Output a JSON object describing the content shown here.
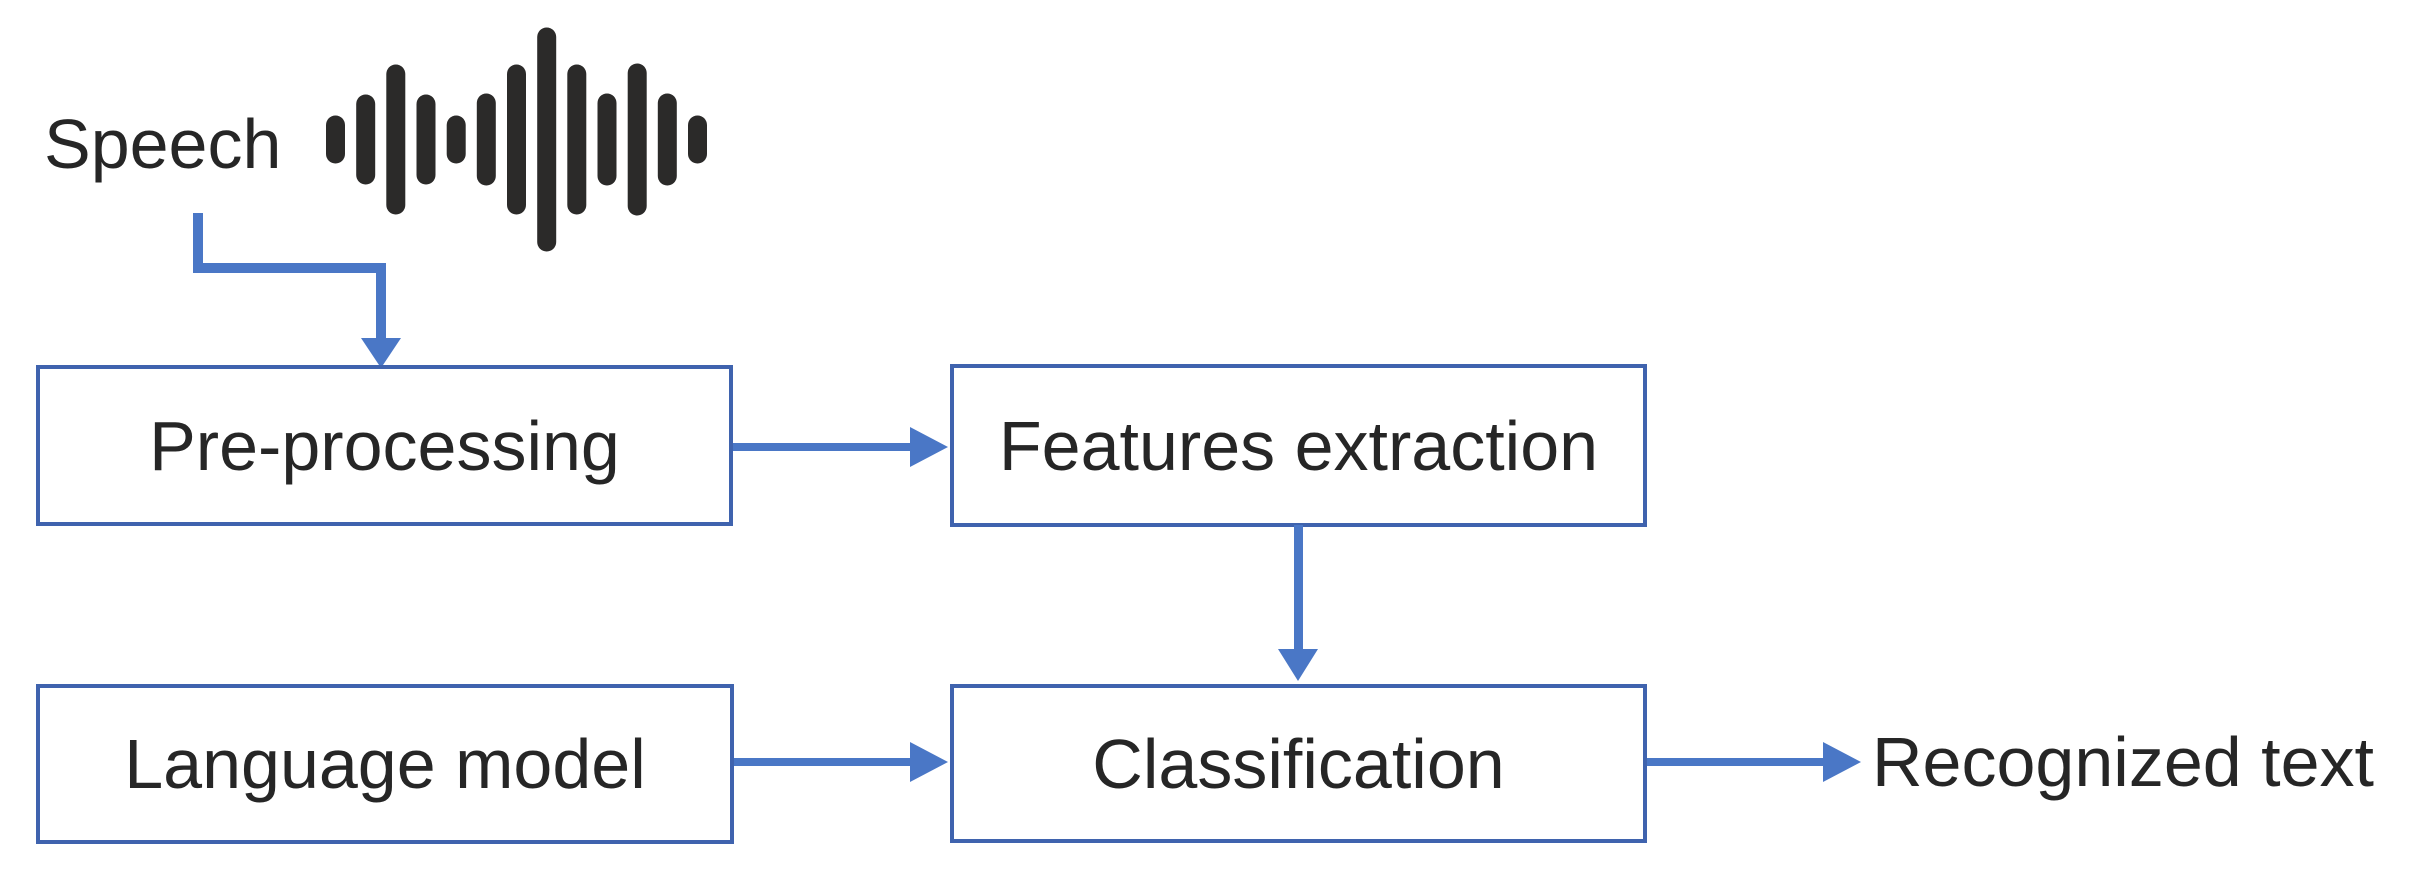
{
  "colors": {
    "accent": "#4a77c6",
    "border": "#3f63ae",
    "text": "#262626",
    "icon": "#2b2a29",
    "bg": "#ffffff"
  },
  "annotations": {
    "speech_label": "Speech",
    "recognized_text_label": "Recognized text"
  },
  "nodes": [
    {
      "id": "preprocessing",
      "label": "Pre-processing"
    },
    {
      "id": "features-extraction",
      "label": "Features extraction"
    },
    {
      "id": "language-model",
      "label": "Language model"
    },
    {
      "id": "classification",
      "label": "Classification"
    }
  ],
  "edges": [
    {
      "from": "speech",
      "to": "preprocessing",
      "style": "elbow-down"
    },
    {
      "from": "preprocessing",
      "to": "features-extraction",
      "style": "right"
    },
    {
      "from": "features-extraction",
      "to": "classification",
      "style": "down"
    },
    {
      "from": "language-model",
      "to": "classification",
      "style": "right"
    },
    {
      "from": "classification",
      "to": "recognized-text",
      "style": "right"
    }
  ],
  "icons": {
    "waveform": {
      "name": "audio-waveform-icon",
      "bar_heights": [
        48,
        90,
        150,
        90,
        48,
        92,
        150,
        224,
        150,
        92,
        152,
        92,
        48
      ],
      "color": "#2b2a29"
    }
  }
}
